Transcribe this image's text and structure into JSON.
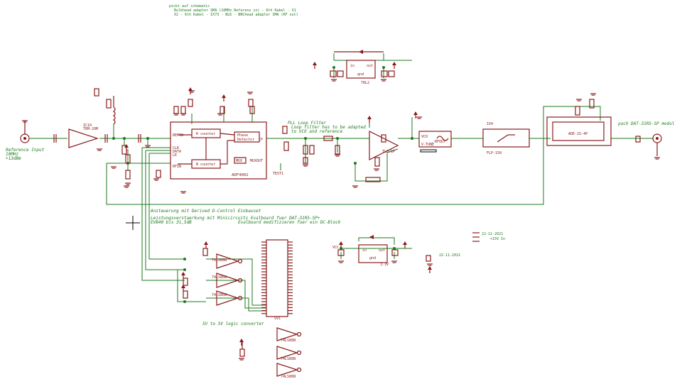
{
  "notes": {
    "top1": "pickt auf schematic",
    "top2": "Bulkhead adapter SMA (10MHz Referenz in) - 6th Kabel - X1",
    "top3": "X2 - 6th Kabel - IX73 - BLK - BNChead adapter SMA (RF out)",
    "pll_loop": "PLL Loop Filter",
    "pll_note1": "Loop filter has to be adapted",
    "pll_note2": "to VCO and reference",
    "ansteuerung": "Ansteuerung mit Derived D-Control Einbauset",
    "leitung1": "Leistungsverstaerkung mit Minicircuits Evalboard fuer DAT-31R5-SP+",
    "leitung2": "EVB40 bis 31,5dB",
    "leitung3": "Evalboard modifizieren fuer ein DC-Block",
    "logic": "5V to 3V logic converter",
    "ref_in1": "Reference Input",
    "ref_in2": "10MHz",
    "ref_in3": "+13dBm",
    "rf_out": "pach DAT-31R5-SP modul"
  },
  "components": {
    "ic_main": "ADF4002",
    "r_counter": "R counter",
    "n_counter": "N counter",
    "phase_det1": "Phase",
    "phase_det2": "Detector",
    "mux": "MUX",
    "ic_amp": "IC10",
    "ic_amp_val": "TRM-20M",
    "opamp": "TL071P",
    "vco": "VCO",
    "vco_in": "V-TUNE",
    "vco_out": "RFOUT",
    "filter": "FLP-150",
    "filter_name": "IX4",
    "attn": "ADE-2S-4P",
    "reg1": "78L2",
    "reg1_in": "in",
    "reg1_out": "out",
    "reg1_gnd": "gnd",
    "reg2": "3.3V",
    "reg2_in": "in",
    "reg2_out": "out",
    "reg2_gnd": "gnd",
    "buf1": "74LS86N",
    "buf2": "74LS86N",
    "buf3": "74LS86N",
    "buf4": "74LS86N",
    "buf5": "74LS86N",
    "buf6": "74LS86N",
    "connector": "SV1",
    "pins_clk": "CLK",
    "pins_data": "DATA",
    "pins_le": "LE",
    "pins_muxout": "MUXOUT",
    "pins_refin": "REFIN",
    "pins_rfin": "RFIN",
    "pin_cp": "CP",
    "test": "TEST1",
    "pwr_label": "+15V In",
    "date1": "22-11-2021",
    "date2": "22-11-2021",
    "gnd": "GND",
    "vcc": "VCC"
  },
  "colors": {
    "wire": "#1e7a1e",
    "component": "#8a1a1a",
    "background": "#ffffff"
  }
}
